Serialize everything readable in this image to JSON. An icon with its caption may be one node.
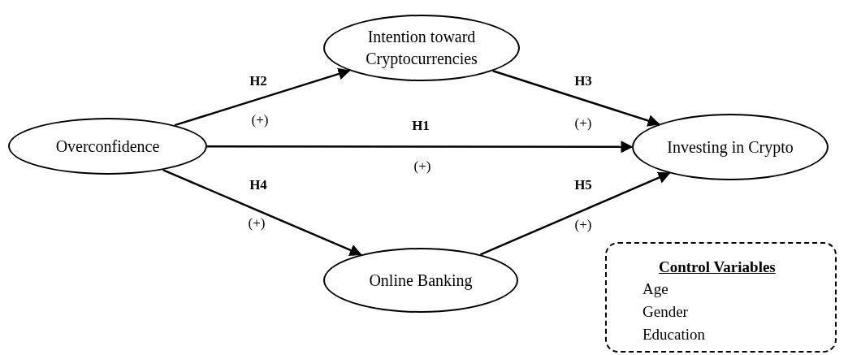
{
  "diagram": {
    "nodes": [
      {
        "text": [
          "Overconfidence"
        ]
      },
      {
        "text": [
          "Intention toward Cryptocurrencies"
        ]
      },
      {
        "text": [
          "Investing in Crypto"
        ]
      },
      {
        "text": [
          "Online Banking"
        ]
      },
      {
        "text": [
          "Control Variables",
          "Age",
          "Gender",
          "Education"
        ]
      }
    ],
    "edges": [
      {
        "from": 0,
        "to": 1,
        "arrow": "to",
        "label": "H2"
      },
      {
        "from": 1,
        "to": 2,
        "arrow": "to",
        "label": "H3"
      },
      {
        "from": 0,
        "to": 2,
        "arrow": "to",
        "label": "H1"
      },
      {
        "from": 0,
        "to": 3,
        "arrow": "to",
        "label": "H4"
      },
      {
        "from": 3,
        "to": 2,
        "arrow": "to",
        "label": "H5"
      }
    ],
    "labels": [
      "(+)",
      "(+)",
      "(+)",
      "(+)",
      "(+)"
    ]
  }
}
